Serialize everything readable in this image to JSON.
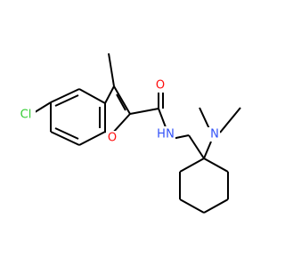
{
  "molecule": {
    "atom_labels": {
      "chlorine": "Cl",
      "ring_oxygen": "O",
      "carbonyl_oxygen": "O",
      "amide_nitrogen": "N",
      "amide_hydrogen": "H",
      "amine_nitrogen": "N"
    },
    "colors": {
      "bond": "#000000",
      "chlorine": "#33cc33",
      "oxygen": "#ff0d0d",
      "nitrogen": "#3050f8"
    }
  }
}
